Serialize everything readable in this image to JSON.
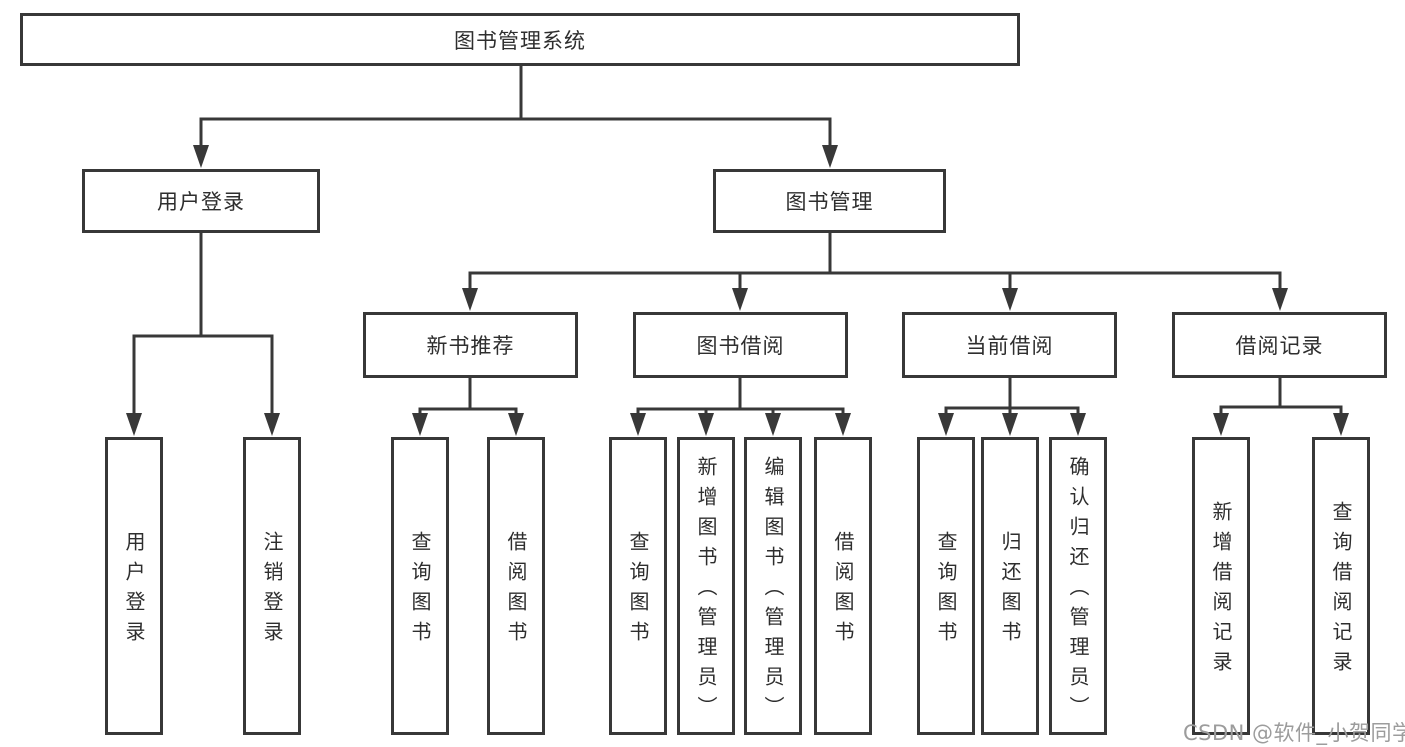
{
  "diagram": {
    "title_note": "library management system feature tree",
    "tree": {
      "root": {
        "label": "图书管理系统"
      },
      "branches": [
        {
          "label": "用户登录",
          "children": [
            {
              "label": "用户登录"
            },
            {
              "label": "注销登录"
            }
          ]
        },
        {
          "label": "图书管理",
          "children": [
            {
              "label": "新书推荐",
              "children": [
                {
                  "label": "查询图书"
                },
                {
                  "label": "借阅图书"
                }
              ]
            },
            {
              "label": "图书借阅",
              "children": [
                {
                  "label": "查询图书"
                },
                {
                  "label": "新增图书（管理员）"
                },
                {
                  "label": "编辑图书（管理员）"
                },
                {
                  "label": "借阅图书"
                }
              ]
            },
            {
              "label": "当前借阅",
              "children": [
                {
                  "label": "查询图书"
                },
                {
                  "label": "归还图书"
                },
                {
                  "label": "确认归还（管理员）"
                }
              ]
            },
            {
              "label": "借阅记录",
              "children": [
                {
                  "label": "新增借阅记录"
                },
                {
                  "label": "查询借阅记录"
                }
              ]
            }
          ]
        }
      ]
    },
    "colors": {
      "line": "#383838",
      "box_border": "#383838",
      "text": "#2e2e2e",
      "background": "#ffffff",
      "watermark": "#9c9c9c"
    }
  },
  "watermark": {
    "text": "CSDN @软件_小贺同学"
  }
}
